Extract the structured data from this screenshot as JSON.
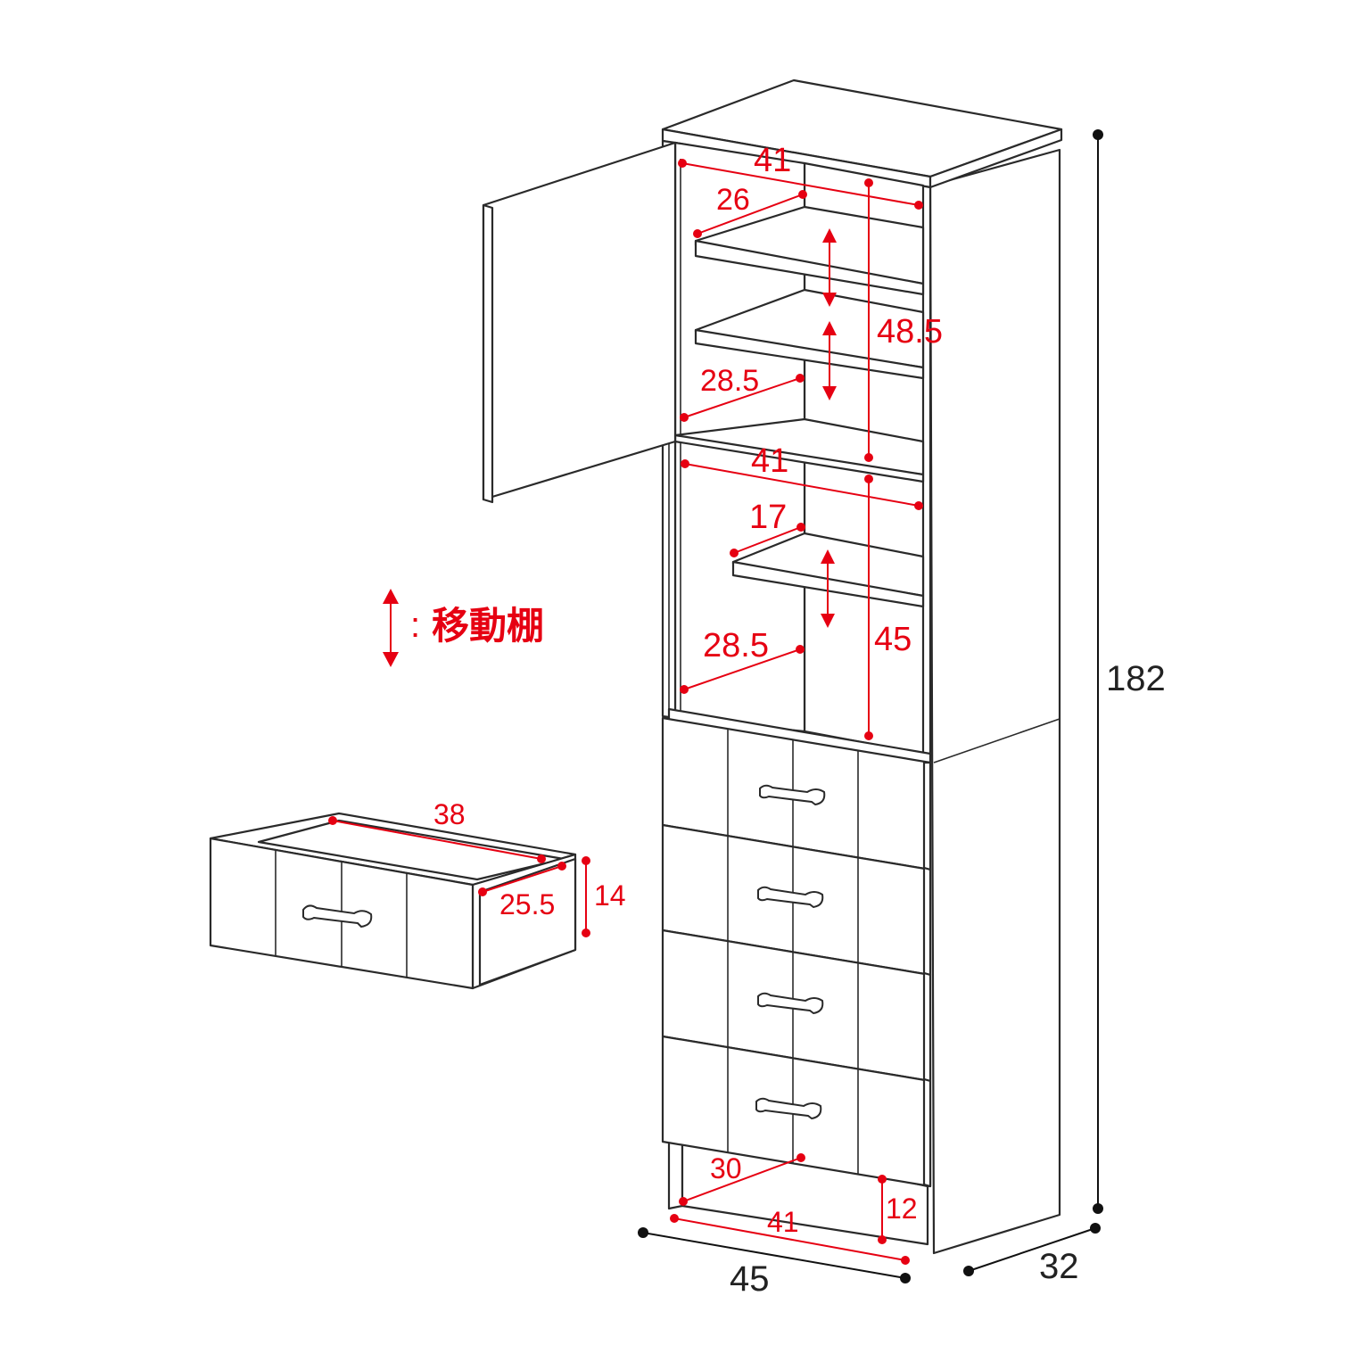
{
  "legend": {
    "symbol": ":",
    "label": "移動棚"
  },
  "colors": {
    "dimension": "#e60012",
    "outline": "#2a2a2a",
    "overall": "#111111"
  },
  "dimensions": {
    "upper_width": "41",
    "upper_depth": "26",
    "upper_height": "48.5",
    "upper_shelf_depth": "28.5",
    "middle_width": "41",
    "middle_shelf_depth": "17",
    "middle_height": "45",
    "middle_bottom_depth": "28.5",
    "drawer_width": "38",
    "drawer_depth": "25.5",
    "drawer_height": "14",
    "base_depth": "30",
    "base_width": "41",
    "base_height": "12",
    "overall_height": "182",
    "overall_width": "45",
    "overall_depth": "32"
  }
}
